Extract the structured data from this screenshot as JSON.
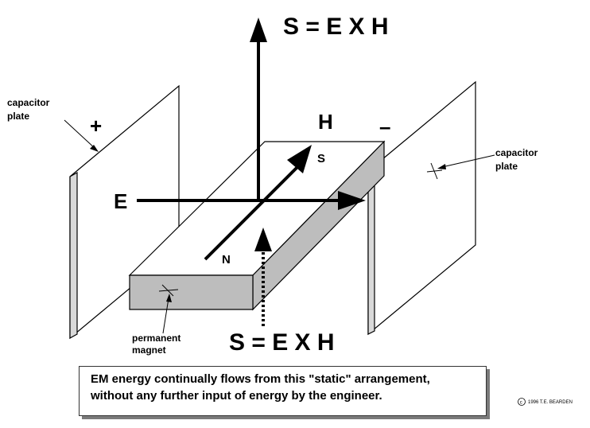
{
  "labels": {
    "poynting_top": "S = E X H",
    "poynting_bottom": "S = E X H",
    "h_field": "H",
    "e_field": "E",
    "magnet_south": "S",
    "magnet_north": "N",
    "plus_sign": "+",
    "minus_sign": "–",
    "left_plate_line1": "capacitor",
    "left_plate_line2": "plate",
    "right_plate_line1": "capacitor",
    "right_plate_line2": "plate",
    "magnet_line1": "permanent",
    "magnet_line2": "magnet"
  },
  "caption": {
    "line1": "EM energy continually flows from this \"static\" arrangement,",
    "line2": "without any further input of energy by the engineer."
  },
  "copyright": "1996 T.E. BEARDEN",
  "copyright_symbol": "c",
  "colors": {
    "ink": "#000000",
    "plate_edge": "#d9d9d9",
    "magnet_shade": "#bdbdbd",
    "caption_shadow": "#7a7a7a"
  }
}
